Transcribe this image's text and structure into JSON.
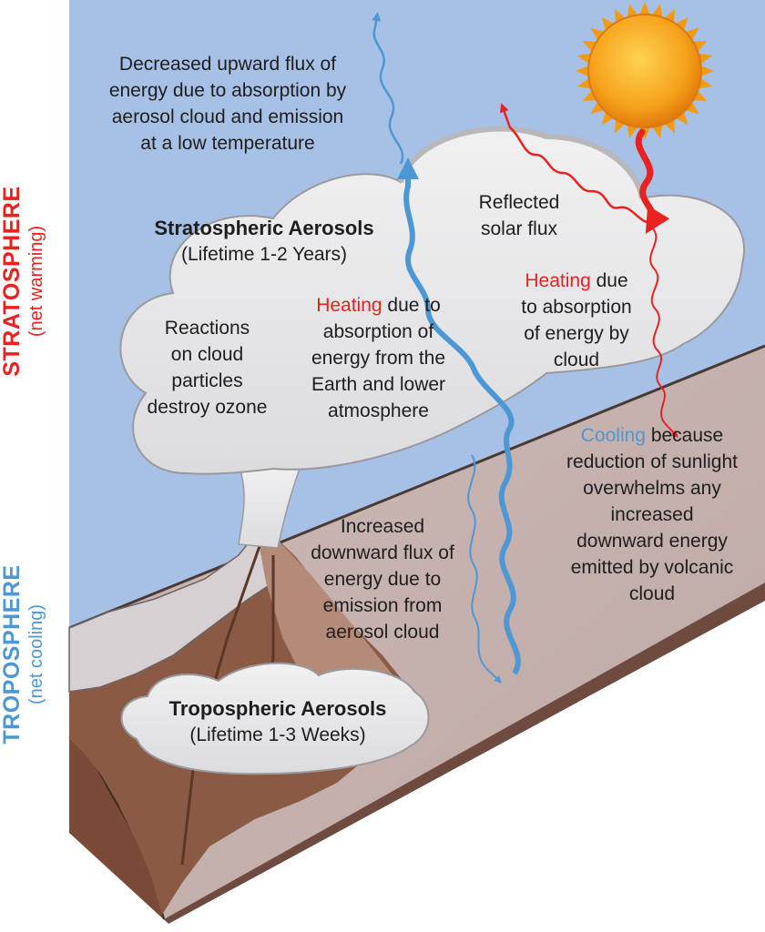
{
  "colors": {
    "sky": "#a7c1e6",
    "cloud": "#e6e6e8",
    "ground_top": "#c9b5b2",
    "heating_red": "#e8221f",
    "cooling_blue": "#4d98d4",
    "sun": "#f6a21b"
  },
  "side_labels": {
    "stratosphere": {
      "title": "STRATOSPHERE",
      "subtitle": "(net warming)"
    },
    "troposphere": {
      "title": "TROPOSPHERE",
      "subtitle": "(net cooling)"
    }
  },
  "labels": {
    "upward_flux": [
      "Decreased upward flux of",
      "energy due to absorption by",
      "aerosol cloud and emission",
      "at a low temperature"
    ],
    "strat_title": "Stratospheric Aerosols",
    "strat_lifetime": "(Lifetime 1-2 Years)",
    "reactions": [
      "Reactions",
      "on cloud",
      "particles",
      "destroy ozone"
    ],
    "heating_earth": {
      "keyword": "Heating",
      "rest": " due to",
      "lines": [
        "absorption of",
        "energy from the",
        "Earth and lower",
        "atmosphere"
      ]
    },
    "reflected": [
      "Reflected",
      "solar flux"
    ],
    "heating_cloud": {
      "keyword": "Heating",
      "rest": " due",
      "lines": [
        "to absorption",
        "of energy by",
        "cloud"
      ]
    },
    "cooling": {
      "keyword": "Cooling",
      "rest": " because",
      "lines": [
        "reduction of sunlight",
        "overwhelms any",
        "increased",
        "downward energy",
        "emitted by volcanic",
        "cloud"
      ]
    },
    "downward_flux": [
      "Increased",
      "downward flux of",
      "energy due to",
      "emission from",
      "aerosol cloud"
    ],
    "trop_title": "Tropospheric Aerosols",
    "trop_lifetime": "(Lifetime 1-3 Weeks)"
  }
}
